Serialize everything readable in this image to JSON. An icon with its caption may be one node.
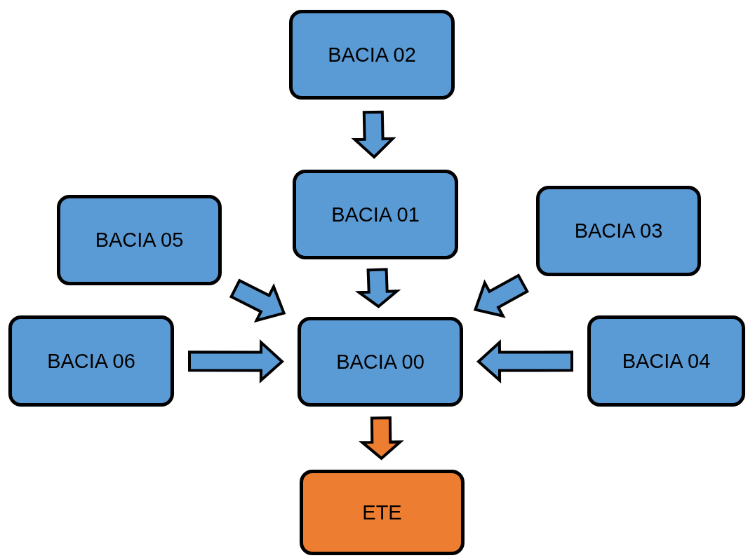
{
  "diagram": {
    "nodes": [
      {
        "text": [
          "BACIA 02"
        ]
      },
      {
        "text": [
          "BACIA 01"
        ]
      },
      {
        "text": [
          "BACIA 05"
        ]
      },
      {
        "text": [
          "BACIA 03"
        ]
      },
      {
        "text": [
          "BACIA 06"
        ]
      },
      {
        "text": [
          "BACIA 00"
        ]
      },
      {
        "text": [
          "BACIA 04"
        ]
      },
      {
        "text": [
          "ETE"
        ]
      }
    ],
    "edges": [
      {
        "from": 0,
        "to": 1,
        "arrow": "to"
      },
      {
        "from": 1,
        "to": 5,
        "arrow": "to"
      },
      {
        "from": 2,
        "to": 5,
        "arrow": "to"
      },
      {
        "from": 3,
        "to": 5,
        "arrow": "to"
      },
      {
        "from": 4,
        "to": 5,
        "arrow": "to"
      },
      {
        "from": 6,
        "to": 5,
        "arrow": "to"
      },
      {
        "from": 5,
        "to": 7,
        "arrow": "to",
        "color": "#ed7d31"
      }
    ]
  }
}
